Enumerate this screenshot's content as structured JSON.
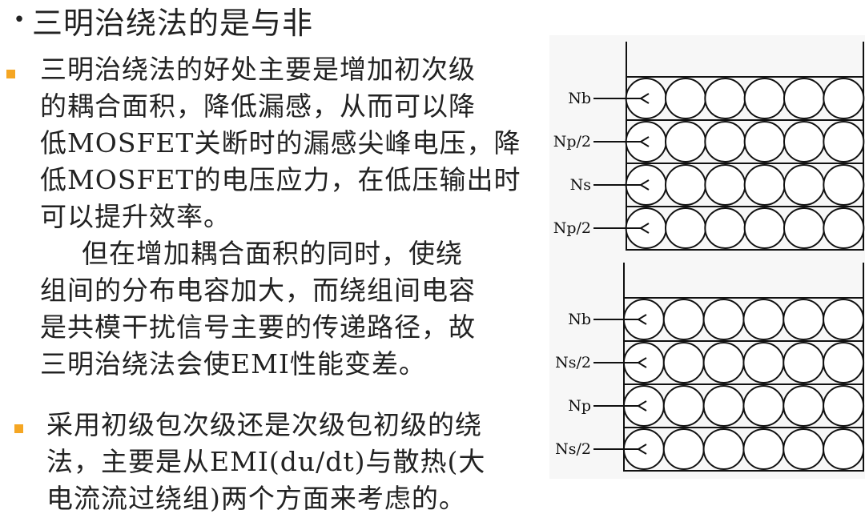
{
  "title": {
    "bullet": "•",
    "text": "三明治绕法的是与非"
  },
  "bullet_color": "#f5a623",
  "section1": {
    "lines": [
      "三明治绕法的好处主要是增加初次级",
      "的耦合面积，降低漏感，从而可以降",
      "低MOSFET关断时的漏感尖峰电压，降",
      "低MOSFET的电压应力，在低压输出时",
      "可以提升效率。",
      "但在增加耦合面积的同时，使绕",
      "组间的分布电容加大，而绕组间电容",
      "是共模干扰信号主要的传递路径，故",
      "三明治绕法会使EMI性能变差。"
    ]
  },
  "section2": {
    "lines": [
      "采用初级包次级还是次级包初级的绕",
      "法，主要是从EMI(du/dt)与散热(大",
      "电流流过绕组)两个方面来考虑的。"
    ]
  },
  "diagram": {
    "top_labels": [
      "Nb",
      "Np/2",
      "Ns",
      "Np/2"
    ],
    "bottom_labels": [
      "Nb",
      "Ns/2",
      "Np",
      "Ns/2"
    ],
    "circles_per_row": 6
  }
}
